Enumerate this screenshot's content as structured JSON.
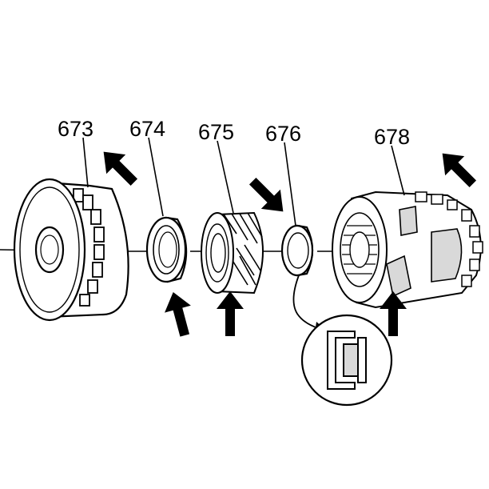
{
  "labels": {
    "part_673": "673",
    "part_674": "674",
    "part_675": "675",
    "part_676": "676",
    "part_678": "678"
  },
  "icons": {
    "arrow": "thick-black-arrow-icon",
    "detail": "snap-ring-cross-section-detail"
  },
  "colors": {
    "ink": "#000000",
    "paper": "#ffffff",
    "shade": "#d9d9d9"
  }
}
